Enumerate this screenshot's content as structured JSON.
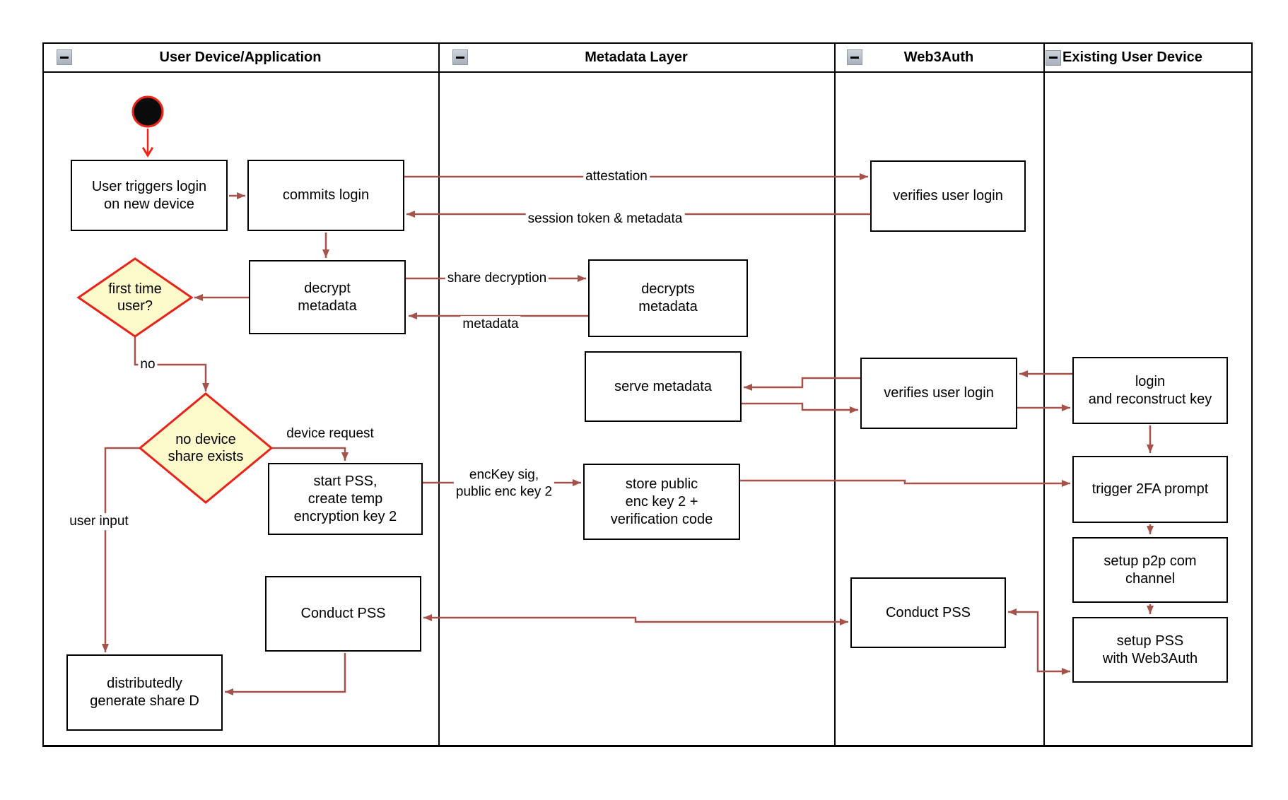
{
  "lanes": [
    {
      "label": "User Device/Application"
    },
    {
      "label": "Metadata Layer"
    },
    {
      "label": "Web3Auth"
    },
    {
      "label": "Existing User Device"
    }
  ],
  "nodes": {
    "user_triggers": "User triggers login\non new device",
    "commits_login": "commits login",
    "verifies_login_1": "verifies user login",
    "decrypt_metadata": "decrypt\nmetadata",
    "decrypts_metadata": "decrypts\nmetadata",
    "first_time_user": "first time\nuser?",
    "serve_metadata": "serve metadata",
    "verifies_login_2": "verifies user login",
    "login_reconstruct": "login\nand reconstruct key",
    "no_device_share": "no device\nshare exists",
    "start_pss": "start PSS,\ncreate temp\nencryption key 2",
    "store_public": "store public\nenc key 2 +\nverification code",
    "trigger_2fa": "trigger 2FA prompt",
    "setup_p2p": "setup p2p com\nchannel",
    "setup_pss": "setup PSS\nwith Web3Auth",
    "conduct_pss_app": "Conduct PSS",
    "conduct_pss_web3auth": "Conduct PSS",
    "generate_share_d": "distributedly\ngenerate share D"
  },
  "edge_labels": {
    "attestation": "attestation",
    "session_token": "session token & metadata",
    "share_decryption": "share decryption",
    "metadata": "metadata",
    "no": "no",
    "device_request": "device request",
    "user_input": "user input",
    "enc_key": "encKey sig,\npublic enc key 2"
  },
  "colors": {
    "wire": "#a5534a",
    "accent_red": "#ee2418",
    "diamond_fill": "#fcf9cb",
    "diamond_border": "#e8231a",
    "node_border": "#000000",
    "node_fill": "#ffffff"
  }
}
